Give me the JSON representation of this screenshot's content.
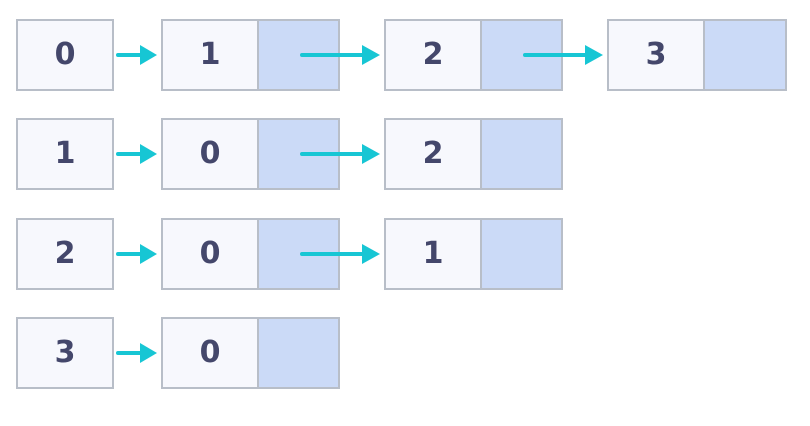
{
  "colors": {
    "value_cell": "#f7f8fd",
    "pointer_cell": "#cbdaf7",
    "border": "#b8bec8",
    "text": "#44476b",
    "arrow": "#17c6d4"
  },
  "lists": [
    {
      "head": "0",
      "nodes": [
        "1",
        "2",
        "3"
      ]
    },
    {
      "head": "1",
      "nodes": [
        "0",
        "2"
      ]
    },
    {
      "head": "2",
      "nodes": [
        "0",
        "1"
      ]
    },
    {
      "head": "3",
      "nodes": [
        "0"
      ]
    }
  ]
}
